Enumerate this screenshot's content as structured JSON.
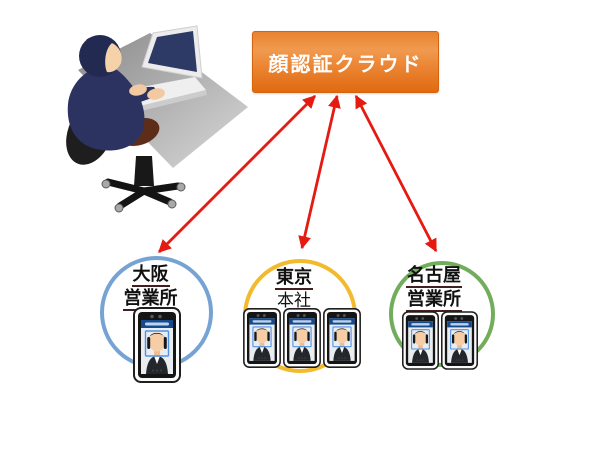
{
  "cloud": {
    "label": "顔認証クラウド",
    "background_color": "#ec8736",
    "text_color": "#ffffff"
  },
  "arrows": {
    "color": "#e51a10",
    "double_headed": true,
    "count": 3,
    "connections": [
      {
        "from": "cloud",
        "to": "osaka"
      },
      {
        "from": "cloud",
        "to": "tokyo"
      },
      {
        "from": "cloud",
        "to": "nagoya"
      }
    ]
  },
  "sites": [
    {
      "id": "osaka",
      "line1": "大阪",
      "line2": "営業所",
      "circle_color": "#76a3d3",
      "device_count": 1
    },
    {
      "id": "tokyo",
      "line1": "東京",
      "line2": "本社",
      "circle_color": "#f2bb2e",
      "device_count": 3
    },
    {
      "id": "nagoya",
      "line1": "名古屋",
      "line2": "営業所",
      "circle_color": "#72ad5b",
      "device_count": 2
    }
  ],
  "icons": {
    "operator": "person-working-on-laptop-illustration",
    "device": "face-recognition-terminal"
  }
}
